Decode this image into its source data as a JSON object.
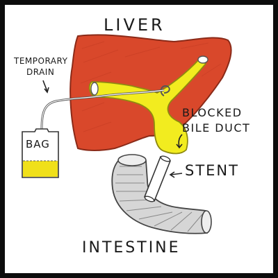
{
  "labels": {
    "liver": "LIVER",
    "temporary_drain": [
      "TEMPORARY",
      "DRAIN"
    ],
    "bag": "BAG",
    "blocked_bile_duct": [
      "BLOCKED",
      "BILE DUCT"
    ],
    "stent": "STENT",
    "intestine": "INTESTINE"
  },
  "colors": {
    "liver": "#d9482b",
    "liver_outline": "#8a2a18",
    "bile_duct": "#f2ec1f",
    "intestine": "#d6d6d6",
    "bag_fluid": "#f0e01a",
    "frame": "#0c0c0c",
    "ink": "#1a1a1a"
  }
}
